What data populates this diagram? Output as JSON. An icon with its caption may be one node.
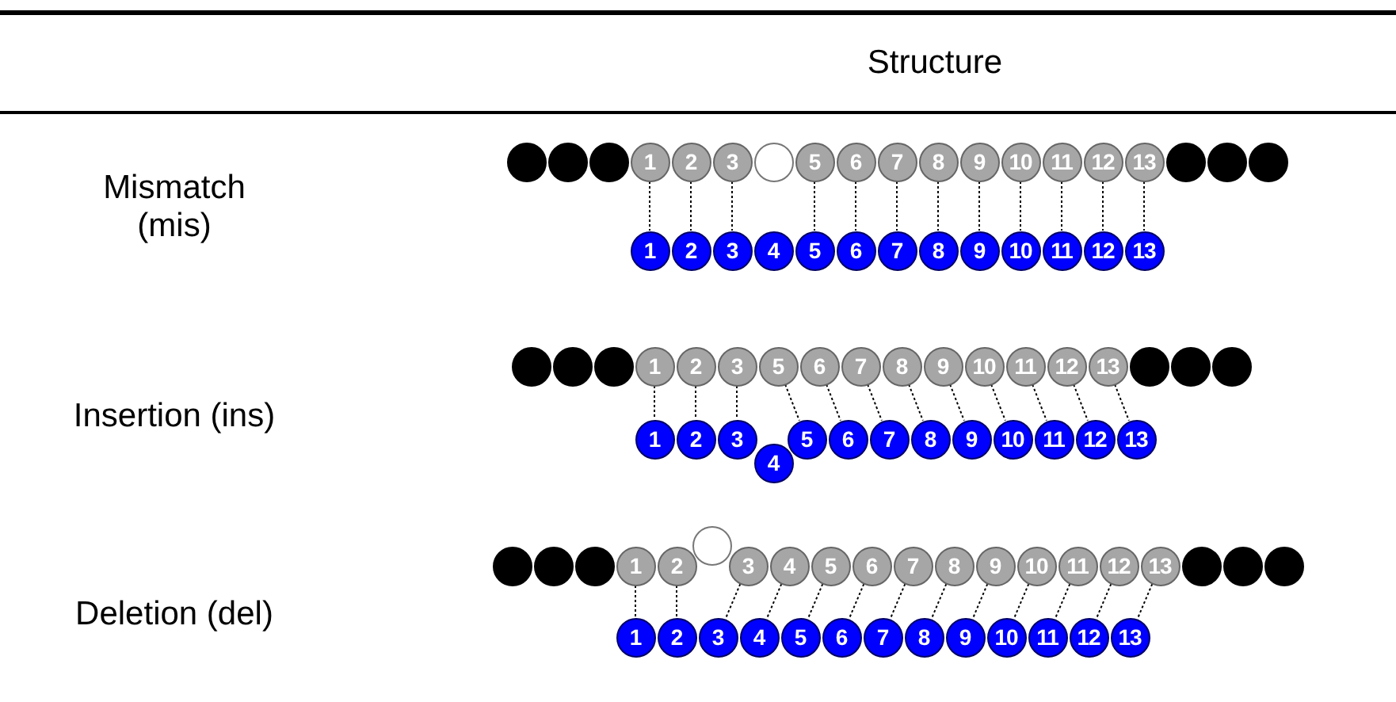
{
  "diagram": {
    "nodes": [
      {
        "text": [],
        "shape": "circle"
      },
      {
        "text": [],
        "shape": "circle"
      },
      {
        "text": [],
        "shape": "circle"
      },
      {
        "text": [
          "1"
        ]
      },
      {
        "text": [
          "2"
        ]
      },
      {
        "text": [
          "3"
        ]
      },
      {
        "text": [],
        "shape": "circle"
      },
      {
        "text": [
          "5"
        ]
      },
      {
        "text": [
          "6"
        ]
      },
      {
        "text": [
          "7"
        ]
      },
      {
        "text": [
          "8"
        ]
      },
      {
        "text": [
          "9"
        ]
      },
      {
        "text": [
          "10"
        ]
      },
      {
        "text": [
          "11"
        ]
      },
      {
        "text": [
          "12"
        ]
      },
      {
        "text": [
          "13"
        ]
      },
      {
        "text": [],
        "shape": "circle"
      },
      {
        "text": [],
        "shape": "circle"
      },
      {
        "text": [],
        "shape": "circle"
      },
      {
        "text": [
          "1"
        ]
      },
      {
        "text": [
          "2"
        ]
      },
      {
        "text": [
          "3"
        ]
      },
      {
        "text": [
          "4"
        ]
      },
      {
        "text": [
          "5"
        ]
      },
      {
        "text": [
          "6"
        ]
      },
      {
        "text": [
          "7"
        ]
      },
      {
        "text": [
          "8"
        ]
      },
      {
        "text": [
          "9"
        ]
      },
      {
        "text": [
          "10"
        ]
      },
      {
        "text": [
          "11"
        ]
      },
      {
        "text": [
          "12"
        ]
      },
      {
        "text": [
          "13"
        ]
      },
      {
        "text": [],
        "shape": "circle"
      },
      {
        "text": [],
        "shape": "circle"
      },
      {
        "text": [],
        "shape": "circle"
      },
      {
        "text": [
          "1"
        ]
      },
      {
        "text": [
          "2"
        ]
      },
      {
        "text": [
          "3"
        ]
      },
      {
        "text": [
          "5"
        ]
      },
      {
        "text": [
          "6"
        ]
      },
      {
        "text": [
          "7"
        ]
      },
      {
        "text": [
          "8"
        ]
      },
      {
        "text": [
          "9"
        ]
      },
      {
        "text": [
          "10"
        ]
      },
      {
        "text": [
          "11"
        ]
      },
      {
        "text": [
          "12"
        ]
      },
      {
        "text": [
          "13"
        ]
      },
      {
        "text": [],
        "shape": "circle"
      },
      {
        "text": [],
        "shape": "circle"
      },
      {
        "text": [],
        "shape": "circle"
      },
      {
        "text": [
          "1"
        ]
      },
      {
        "text": [
          "2"
        ]
      },
      {
        "text": [
          "3"
        ]
      },
      {
        "text": [
          "4"
        ]
      },
      {
        "text": [
          "5"
        ]
      },
      {
        "text": [
          "6"
        ]
      },
      {
        "text": [
          "7"
        ]
      },
      {
        "text": [
          "8"
        ]
      },
      {
        "text": [
          "9"
        ]
      },
      {
        "text": [
          "10"
        ]
      },
      {
        "text": [
          "11"
        ]
      },
      {
        "text": [
          "12"
        ]
      },
      {
        "text": [
          "13"
        ]
      },
      {
        "text": [],
        "shape": "circle"
      },
      {
        "text": [],
        "shape": "circle"
      },
      {
        "text": [],
        "shape": "circle"
      },
      {
        "text": [
          "1"
        ]
      },
      {
        "text": [
          "2"
        ]
      },
      {
        "text": [],
        "shape": "circle"
      },
      {
        "text": [
          "3"
        ]
      },
      {
        "text": [
          "4"
        ]
      },
      {
        "text": [
          "5"
        ]
      },
      {
        "text": [
          "6"
        ]
      },
      {
        "text": [
          "7"
        ]
      },
      {
        "text": [
          "8"
        ]
      },
      {
        "text": [
          "9"
        ]
      },
      {
        "text": [
          "10"
        ]
      },
      {
        "text": [
          "11"
        ]
      },
      {
        "text": [
          "12"
        ]
      },
      {
        "text": [
          "13"
        ]
      },
      {
        "text": [],
        "shape": "circle"
      },
      {
        "text": [],
        "shape": "circle"
      },
      {
        "text": [],
        "shape": "circle"
      },
      {
        "text": [
          "1"
        ]
      },
      {
        "text": [
          "2"
        ]
      },
      {
        "text": [
          "3"
        ]
      },
      {
        "text": [
          "4"
        ]
      },
      {
        "text": [
          "5"
        ]
      },
      {
        "text": [
          "6"
        ]
      },
      {
        "text": [
          "7"
        ]
      },
      {
        "text": [
          "8"
        ]
      },
      {
        "text": [
          "9"
        ]
      },
      {
        "text": [
          "10"
        ]
      },
      {
        "text": [
          "11"
        ]
      },
      {
        "text": [
          "12"
        ]
      },
      {
        "text": [
          "13"
        ]
      }
    ],
    "edges": [
      {
        "from": 3,
        "to": 19,
        "arrow": "none",
        "style": "dashed"
      },
      {
        "from": 4,
        "to": 20,
        "arrow": "none",
        "style": "dashed"
      },
      {
        "from": 5,
        "to": 21,
        "arrow": "none",
        "style": "dashed"
      },
      {
        "from": 7,
        "to": 23,
        "arrow": "none",
        "style": "dashed"
      },
      {
        "from": 8,
        "to": 24,
        "arrow": "none",
        "style": "dashed"
      },
      {
        "from": 9,
        "to": 25,
        "arrow": "none",
        "style": "dashed"
      },
      {
        "from": 10,
        "to": 26,
        "arrow": "none",
        "style": "dashed"
      },
      {
        "from": 11,
        "to": 27,
        "arrow": "none",
        "style": "dashed"
      },
      {
        "from": 12,
        "to": 28,
        "arrow": "none",
        "style": "dashed"
      },
      {
        "from": 13,
        "to": 29,
        "arrow": "none",
        "style": "dashed"
      },
      {
        "from": 14,
        "to": 30,
        "arrow": "none",
        "style": "dashed"
      },
      {
        "from": 15,
        "to": 31,
        "arrow": "none",
        "style": "dashed"
      },
      {
        "from": 35,
        "to": 50,
        "arrow": "none",
        "style": "dashed"
      },
      {
        "from": 36,
        "to": 51,
        "arrow": "none",
        "style": "dashed"
      },
      {
        "from": 37,
        "to": 52,
        "arrow": "none",
        "style": "dashed"
      },
      {
        "from": 38,
        "to": 54,
        "arrow": "none",
        "style": "dashed"
      },
      {
        "from": 39,
        "to": 55,
        "arrow": "none",
        "style": "dashed"
      },
      {
        "from": 40,
        "to": 56,
        "arrow": "none",
        "style": "dashed"
      },
      {
        "from": 41,
        "to": 57,
        "arrow": "none",
        "style": "dashed"
      },
      {
        "from": 42,
        "to": 58,
        "arrow": "none",
        "style": "dashed"
      },
      {
        "from": 43,
        "to": 59,
        "arrow": "none",
        "style": "dashed"
      },
      {
        "from": 44,
        "to": 60,
        "arrow": "none",
        "style": "dashed"
      },
      {
        "from": 45,
        "to": 61,
        "arrow": "none",
        "style": "dashed"
      },
      {
        "from": 46,
        "to": 62,
        "arrow": "none",
        "style": "dashed"
      },
      {
        "from": 66,
        "to": 83,
        "arrow": "none",
        "style": "dashed"
      },
      {
        "from": 67,
        "to": 84,
        "arrow": "none",
        "style": "dashed"
      },
      {
        "from": 69,
        "to": 85,
        "arrow": "none",
        "style": "dashed"
      },
      {
        "from": 70,
        "to": 86,
        "arrow": "none",
        "style": "dashed"
      },
      {
        "from": 71,
        "to": 87,
        "arrow": "none",
        "style": "dashed"
      },
      {
        "from": 72,
        "to": 88,
        "arrow": "none",
        "style": "dashed"
      },
      {
        "from": 73,
        "to": 89,
        "arrow": "none",
        "style": "dashed"
      },
      {
        "from": 74,
        "to": 90,
        "arrow": "none",
        "style": "dashed"
      },
      {
        "from": 75,
        "to": 91,
        "arrow": "none",
        "style": "dashed"
      },
      {
        "from": 76,
        "to": 92,
        "arrow": "none",
        "style": "dashed"
      },
      {
        "from": 77,
        "to": 93,
        "arrow": "none",
        "style": "dashed"
      },
      {
        "from": 78,
        "to": 94,
        "arrow": "none",
        "style": "dashed"
      },
      {
        "from": 79,
        "to": 95,
        "arrow": "none",
        "style": "dashed"
      }
    ],
    "labels": [
      "Structure",
      "Mismatch (mis)",
      "Insertion (ins)",
      "Deletion (del)"
    ]
  }
}
